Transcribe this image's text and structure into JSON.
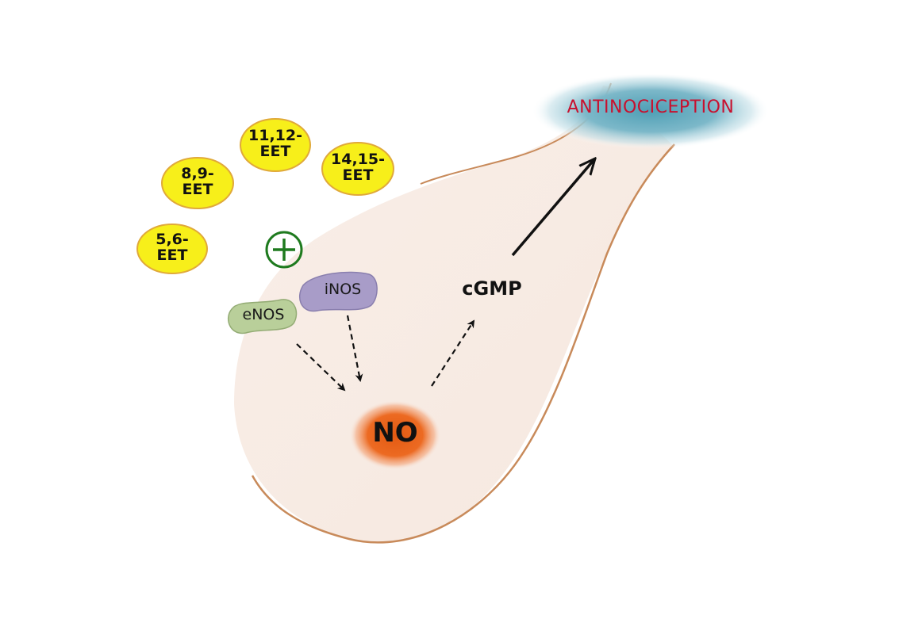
{
  "diagram": {
    "eets": [
      {
        "line1": "11,12-",
        "line2": "EET"
      },
      {
        "line1": "8,9-",
        "line2": "EET"
      },
      {
        "line1": "14,15-",
        "line2": "EET"
      },
      {
        "line1": "5,6-",
        "line2": "EET"
      }
    ],
    "stimulation_symbol": "+",
    "enzymes": {
      "enos": "eNOS",
      "inos": "iNOS"
    },
    "no_label": "NO",
    "cgmp_label": "cGMP",
    "outcome_label": "ANTINOCICEPTION",
    "colors": {
      "eet_fill": "#f7ef1a",
      "eet_stroke": "#e0a93a",
      "plus_color": "#1e7a1e",
      "enos_fill": "#b9cf9a",
      "inos_fill": "#a89cc8",
      "cell_fill": "#f8ede6",
      "cell_stroke": "#c88a5a",
      "no_glow": "#e8621e",
      "outcome_glow": "#6fb4c8",
      "outcome_text": "#c8102e"
    }
  }
}
